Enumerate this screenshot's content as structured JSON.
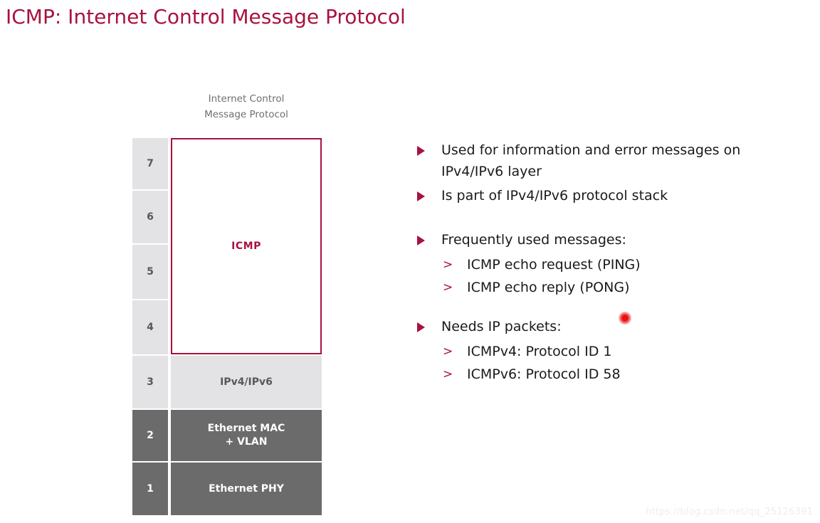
{
  "slide": {
    "title": "ICMP: Internet Control Message Protocol",
    "accent_color": "#a8123e",
    "text_color": "#1a1a1a",
    "light_layer_color": "#e3e3e5",
    "dark_layer_color": "#6b6b6b"
  },
  "diagram": {
    "header_line1": "Internet Control",
    "header_line2": "Message Protocol",
    "layer_numbers": [
      "7",
      "6",
      "5",
      "4",
      "3",
      "2",
      "1"
    ],
    "highlight_label": "ICMP",
    "protocol_boxes": [
      {
        "label": "IPv4/IPv6",
        "style": "light"
      },
      {
        "label": "Ethernet MAC\n+ VLAN",
        "line1": "Ethernet MAC",
        "line2": "+ VLAN",
        "style": "dark"
      },
      {
        "label": "Ethernet PHY",
        "style": "dark"
      }
    ]
  },
  "bullets": {
    "group1": {
      "item1_line1": "Used for information and error messages on",
      "item1_line2": "IPv4/IPv6 layer",
      "item2": "Is part of IPv4/IPv6 protocol stack"
    },
    "group2": {
      "heading": "Frequently used messages:",
      "sub1": "ICMP echo request (PING)",
      "sub2": "ICMP echo reply (PONG)"
    },
    "group3": {
      "heading": "Needs IP packets:",
      "sub1": "ICMPv4: Protocol ID 1",
      "sub2": "ICMPv6: Protocol ID 58"
    },
    "marker_l1": "triangle-right-icon",
    "marker_l2": ">"
  },
  "watermark": {
    "text": "https://blog.csdn.net/qq_25126391"
  }
}
